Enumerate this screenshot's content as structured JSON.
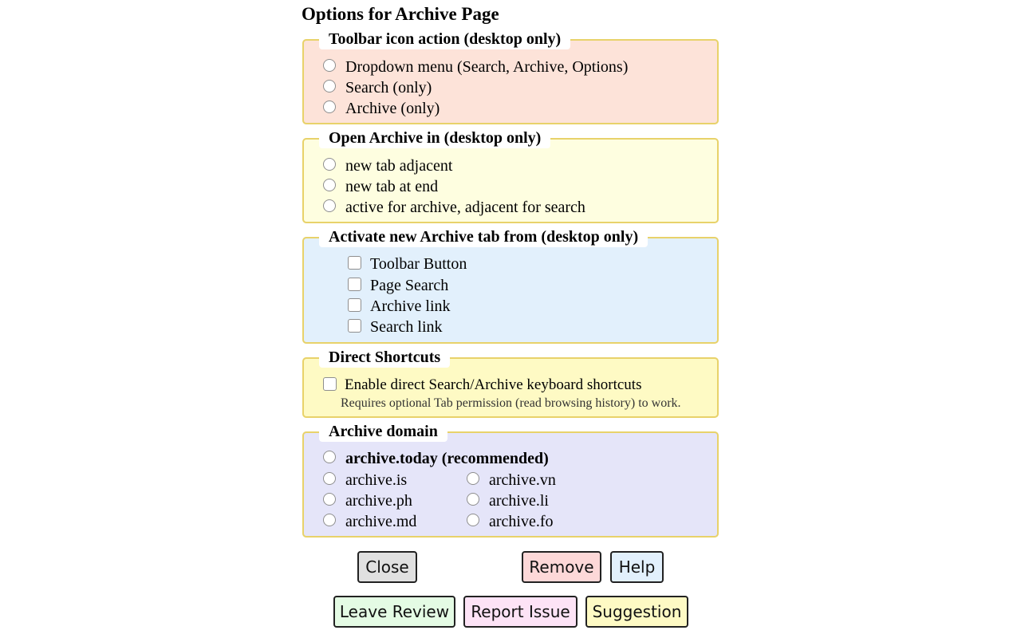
{
  "page": {
    "title": "Options for Archive Page"
  },
  "toolbar_action": {
    "legend": "Toolbar icon action (desktop only)",
    "options": [
      {
        "label": "Dropdown menu (Search, Archive, Options)",
        "selected": false
      },
      {
        "label": "Search (only)",
        "selected": false
      },
      {
        "label": "Archive (only)",
        "selected": false
      }
    ]
  },
  "open_archive": {
    "legend": "Open Archive in (desktop only)",
    "options": [
      {
        "label": "new tab adjacent",
        "selected": false
      },
      {
        "label": "new tab at end",
        "selected": false
      },
      {
        "label": "active for archive, adjacent for search",
        "selected": false
      }
    ]
  },
  "activate_tab": {
    "legend": "Activate new Archive tab from (desktop only)",
    "options": [
      {
        "label": "Toolbar Button",
        "checked": false
      },
      {
        "label": "Page Search",
        "checked": false
      },
      {
        "label": "Archive link",
        "checked": false
      },
      {
        "label": "Search link",
        "checked": false
      }
    ]
  },
  "direct_shortcuts": {
    "legend": "Direct Shortcuts",
    "option_label": "Enable direct Search/Archive keyboard shortcuts",
    "checked": false,
    "note": "Requires optional Tab permission (read browsing history) to work."
  },
  "archive_domain": {
    "legend": "Archive domain",
    "recommended": "archive.today (recommended)",
    "domains_left": [
      "archive.is",
      "archive.ph",
      "archive.md"
    ],
    "domains_right": [
      "archive.vn",
      "archive.li",
      "archive.fo"
    ]
  },
  "buttons": {
    "close": "Close",
    "remove": "Remove",
    "help": "Help",
    "leave_review": "Leave Review",
    "report_issue": "Report Issue",
    "suggestion": "Suggestion"
  },
  "colors": {
    "border": "#e8d26a",
    "toolbar_bg": "#fde3d9",
    "open_bg": "#fefee0",
    "activate_bg": "#e2f0fc",
    "shortcuts_bg": "#fefac4",
    "domain_bg": "#e5e5f9",
    "close_btn": "#e0e0e0",
    "remove_btn": "#fdd8d8",
    "help_btn": "#e2f0fc",
    "review_btn": "#e4fbe4",
    "report_btn": "#fde3f6",
    "suggestion_btn": "#fefac4"
  }
}
